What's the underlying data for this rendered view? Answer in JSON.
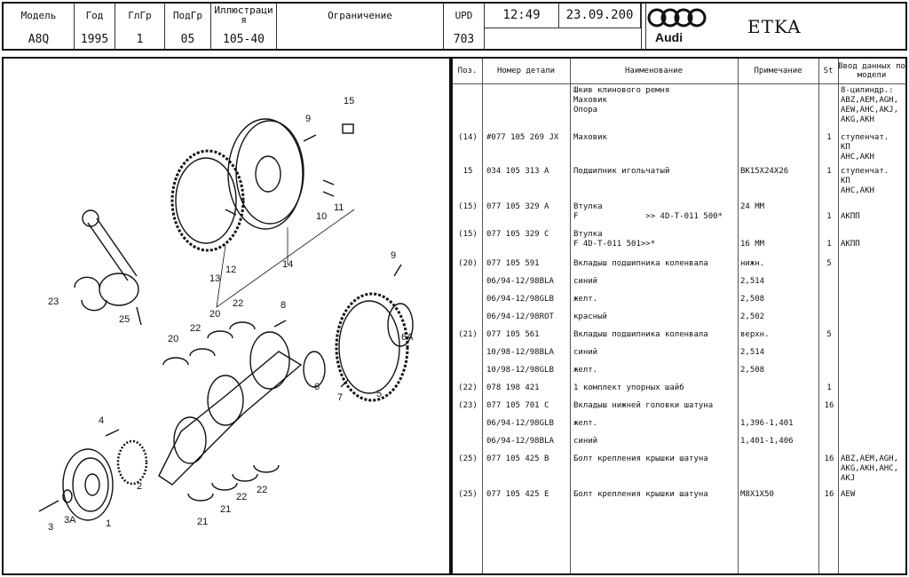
{
  "header": {
    "cols": [
      {
        "label": "Модель",
        "value": "A8Q"
      },
      {
        "label": "Год",
        "value": "1995"
      },
      {
        "label": "ГлГр",
        "value": "1"
      },
      {
        "label": "ПодГр",
        "value": "05"
      },
      {
        "label": "Иллюстраци я",
        "value": "105-40"
      },
      {
        "label": "Ограничение",
        "value": ""
      },
      {
        "label": "UPD",
        "value": "703"
      }
    ],
    "time": "12:49",
    "date": "23.09.200",
    "brand": "Audi",
    "app": "ETKA"
  },
  "table": {
    "headers": [
      "Поз.",
      "Номер детали",
      "Наименование",
      "Примечание",
      "St",
      "Ввод данных по модели"
    ],
    "rows": [
      {
        "pos": "",
        "part": "",
        "name": "Шкив клинового ремня\nМаховик\nОпора",
        "note": "",
        "st": "",
        "model": "8-цилиндр.:\nABZ,AEM,AGH,\nAEW,AHC,AKJ,\nAKG,AKH"
      },
      {
        "pos": "(14)",
        "part": "#077 105 269 JX",
        "name": "Маховик",
        "note": "",
        "st": "1",
        "model": "ступенчат.\nКП\nAHC,AKH"
      },
      {
        "pos": "15",
        "part": "034 105 313 A",
        "name": "Подшипник игольчатый",
        "note": "BK15X24X26",
        "st": "1",
        "model": "ступенчат.\nКП\nAHC,AKH"
      },
      {
        "pos": "(15)",
        "part": "077 105 329 A",
        "name": "Втулка\nF              >> 4D-T-011 500*",
        "note": "24 MM",
        "st": "\n1",
        "model": "\nАКПП"
      },
      {
        "pos": "(15)",
        "part": "077 105 329 C",
        "name": "Втулка\nF 4D-T-011 501>>*",
        "note": "\n16 MM",
        "st": "\n1",
        "model": "\nАКПП"
      },
      {
        "pos": "(20)",
        "part": "077 105 591",
        "name": "Вкладыш подшипника коленвала",
        "note": "нижн.",
        "st": "5",
        "model": ""
      },
      {
        "pos": "",
        "part": "06/94-12/98BLA",
        "name": "синий",
        "note": "2,514",
        "st": "",
        "model": ""
      },
      {
        "pos": "",
        "part": "06/94-12/98GLB",
        "name": "желт.",
        "note": "2,508",
        "st": "",
        "model": ""
      },
      {
        "pos": "",
        "part": "06/94-12/98ROT",
        "name": "красный",
        "note": "2,502",
        "st": "",
        "model": ""
      },
      {
        "pos": "(21)",
        "part": "077 105 561",
        "name": "Вкладыш подшипника коленвала",
        "note": "верхн.",
        "st": "5",
        "model": ""
      },
      {
        "pos": "",
        "part": "10/98-12/98BLA",
        "name": "синий",
        "note": "2,514",
        "st": "",
        "model": ""
      },
      {
        "pos": "",
        "part": "10/98-12/98GLB",
        "name": "желт.",
        "note": "2,508",
        "st": "",
        "model": ""
      },
      {
        "pos": "(22)",
        "part": "078 198 421",
        "name": "1 комплект упорных шайб",
        "note": "",
        "st": "1",
        "model": ""
      },
      {
        "pos": "(23)",
        "part": "077 105 701 C",
        "name": "Вкладыш нижней головки шатуна",
        "note": "",
        "st": "16",
        "model": ""
      },
      {
        "pos": "",
        "part": "06/94-12/98GLB",
        "name": "желт.",
        "note": "1,396-1,401",
        "st": "",
        "model": ""
      },
      {
        "pos": "",
        "part": "06/94-12/98BLA",
        "name": "синий",
        "note": "1,401-1,406",
        "st": "",
        "model": ""
      },
      {
        "pos": "(25)",
        "part": "077 105 425 B",
        "name": "Болт крепления крышки шатуна",
        "note": "",
        "st": "16",
        "model": "ABZ,AEM,AGH,\nAKG,AKH,AHC,\nAKJ"
      },
      {
        "pos": "(25)",
        "part": "077 105 425 E",
        "name": "Болт крепления крышки шатуна",
        "note": "M8X1X50",
        "st": "16",
        "model": "AEW"
      }
    ]
  },
  "diagram": {
    "callouts": [
      "15",
      "9",
      "10",
      "11",
      "12",
      "13",
      "14",
      "23",
      "25",
      "9",
      "8",
      "6A",
      "22",
      "20",
      "20",
      "22",
      "6",
      "5",
      "7",
      "4",
      "2",
      "1",
      "3",
      "3A",
      "22",
      "21",
      "21",
      "22"
    ]
  }
}
